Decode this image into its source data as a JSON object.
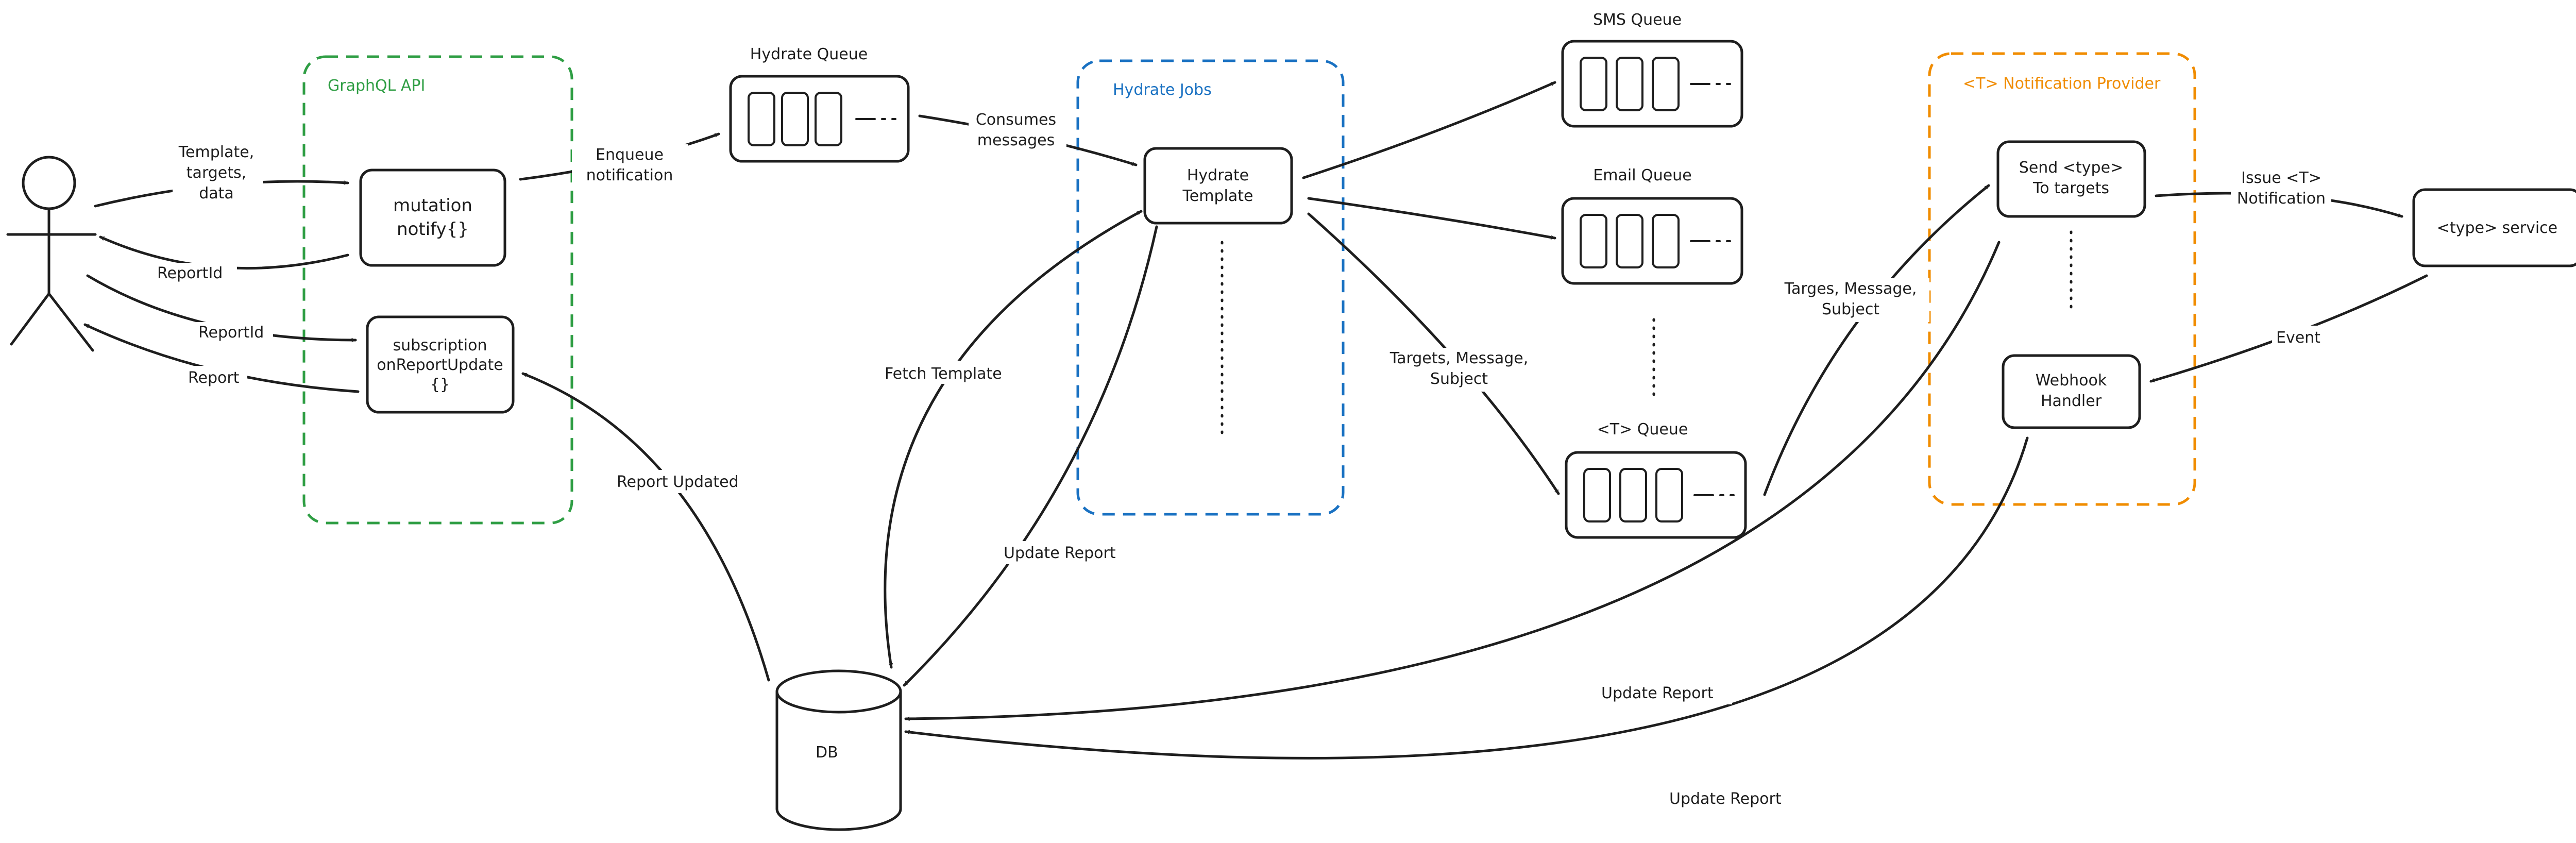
{
  "groups": {
    "graphql": {
      "title": "GraphQL API",
      "color": "#2f9e44"
    },
    "hydrate_jobs": {
      "title": "Hydrate Jobs",
      "color": "#1971c2"
    },
    "provider": {
      "title": "<T> Notification Provider",
      "color": "#f08c00"
    }
  },
  "nodes": {
    "mutation": [
      "mutation",
      "notify{}"
    ],
    "subscription": [
      "subscription",
      "onReportUpdate",
      "{}"
    ],
    "hydrate_template": [
      "Hydrate",
      "Template"
    ],
    "send": [
      "Send <type>",
      "To targets"
    ],
    "webhook": [
      "Webhook",
      "Handler"
    ],
    "type_service": [
      "<type> service"
    ],
    "db": "DB"
  },
  "queues": {
    "hydrate": "Hydrate Queue",
    "sms": "SMS Queue",
    "email": "Email Queue",
    "t_queue": "<T> Queue"
  },
  "edge_labels": {
    "template_targets_data": [
      "Template,",
      "targets,",
      "data"
    ],
    "report_id_1": "ReportId",
    "report_id_2": "ReportId",
    "report": "Report",
    "enqueue": [
      "Enqueue",
      "notification"
    ],
    "consumes": [
      "Consumes",
      "messages"
    ],
    "fetch_template": "Fetch Template",
    "report_updated": "Report Updated",
    "update_report_1": "Update Report",
    "targets_message_subject_1": [
      "Targets, Message,",
      "Subject"
    ],
    "targets_message_subject_2": [
      "Targes, Message,",
      "Subject"
    ],
    "issue_t": [
      "Issue <T>",
      "Notification"
    ],
    "event": "Event",
    "update_report_2": "Update Report",
    "update_report_3": "Update Report"
  }
}
